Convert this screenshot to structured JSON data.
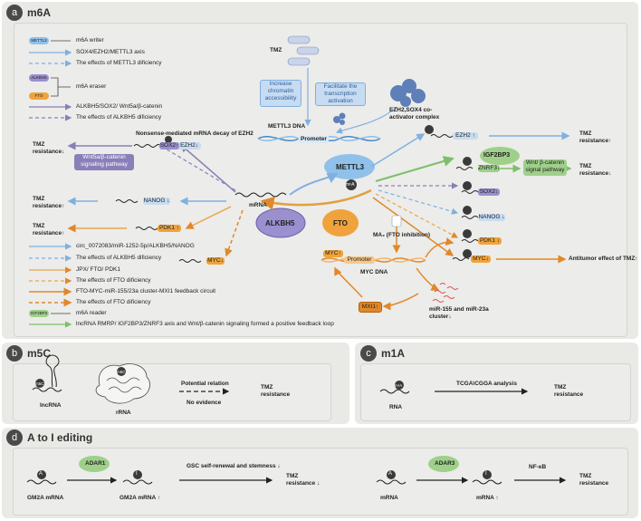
{
  "panels": {
    "a": {
      "letter": "a",
      "title": "m6A"
    },
    "b": {
      "letter": "b",
      "title": "m5C"
    },
    "c": {
      "letter": "c",
      "title": "m1A"
    },
    "d": {
      "letter": "d",
      "title": "A to I editing"
    }
  },
  "legend_top": {
    "writer_box": "METTL3",
    "writer": "m6A writer",
    "axis1": "SOX4/EZH2/METTL3 axis",
    "eff_mettl3": "The effects of METTL3 dificiency",
    "eraser_box1": "ALKBH5",
    "eraser_box2": "FTO",
    "eraser": "m6A eraser",
    "axis2": "ALKBH5/SOX2/ Wnt5a/β-catenin",
    "eff_alkbh5": "The effects of ALKBH5 dificiency"
  },
  "legend_bottom": {
    "l1": "circ_0072083/miR-1252-5p/ALKBH5/NANOG",
    "l2": "The effects of ALKBH5 dificiency",
    "l3": "JPX/ FTO/ PDK1",
    "l4": "The effects of FTO dificiency",
    "l5": "FTO-MYC-miR-155/23a cluster-MXI1 feedback circuit",
    "l6": "The effects of FTO dificiency",
    "reader_box": "IGF2BP3",
    "l7": "m6A reader",
    "l8": "lncRNA RMRP/ IGF2BP3/ZNRF3 axis and Wnt/β-catenin signaling formed a positive feedback loop"
  },
  "center": {
    "tmz": "TMZ",
    "increase": "Increase chromatin accessibility",
    "facilitate": "Facilitate the transcription activation",
    "complex": "EZH2,SOX4 co-activator complex",
    "mettl3_dna": "METTL3  DNA",
    "promoter": "Promoter",
    "mettl3": "METTL3",
    "alkbh5": "ALKBH5",
    "fto": "FTO",
    "mrna": "mRNA",
    "ma2": "MA₂ (FTO inhibition)",
    "myc_dna": "MYC  DNA",
    "myc_gene": "MYC↑",
    "mxi1": "MXI1↑",
    "mir": "miR-155 and miR-23a cluster↓",
    "m6a": "m⁶A"
  },
  "left": {
    "nmd": "Nonsense-mediated mRNA decay of EZH2",
    "ezh2_left": "EZH2↓",
    "wnt": "Wnt5a/β-catenin signaling pathway",
    "sox2": "SOX2↑",
    "nanog": "NANOG ↓",
    "pdk1": "PDK1 ↑",
    "myc": "MYC↓",
    "res_dec1": "TMZ resistance↓",
    "res_inc1": "TMZ resistance↑",
    "res_inc2": "TMZ resistance↑"
  },
  "right": {
    "ezh2": "EZH2 ↑",
    "igf2bp3": "IGF2BP3",
    "znrf3": "ZNRF3↓",
    "wnt_path": "Wnt/ β-catenin signal pathway",
    "sox2": "SOX2↓",
    "nanog": "NANOG ↓",
    "pdk1": "PDK1 ↓",
    "myc": "MYC↓",
    "res_inc": "TMZ resistance↑",
    "res_dec": "TMZ resistance↓",
    "antitumor": "Antitumor effect of TMZ↑"
  },
  "m5c": {
    "lncrna": "lncRNA",
    "rrna": "rRNA",
    "label": "m5C",
    "potential": "Potential relation",
    "no_evidence": "No evidence",
    "tmz": "TMZ resistance"
  },
  "m1a": {
    "rna": "RNA",
    "label": "m¹A",
    "analysis": "TCGA\\CGGA analysis",
    "tmz": "TMZ resistance"
  },
  "atoi": {
    "adar1": "ADAR1",
    "adar3": "ADAR3",
    "a": "A",
    "i": "I",
    "gm2a": "GM2A mRNA",
    "gm2a_up": "GM2A mRNA ↑",
    "gsc": "GSC self-renewal and stemness  ↓",
    "tmz_dec": "TMZ resistance ↓",
    "mrna": "mRNA",
    "mrna_up": "mRNA ↑",
    "nfkb": "NF-κB",
    "tmz": "TMZ resistance"
  },
  "colors": {
    "blue": "#7fb0e0",
    "purple": "#8a7fb8",
    "orange": "#e0882a",
    "green": "#7cc06a"
  }
}
